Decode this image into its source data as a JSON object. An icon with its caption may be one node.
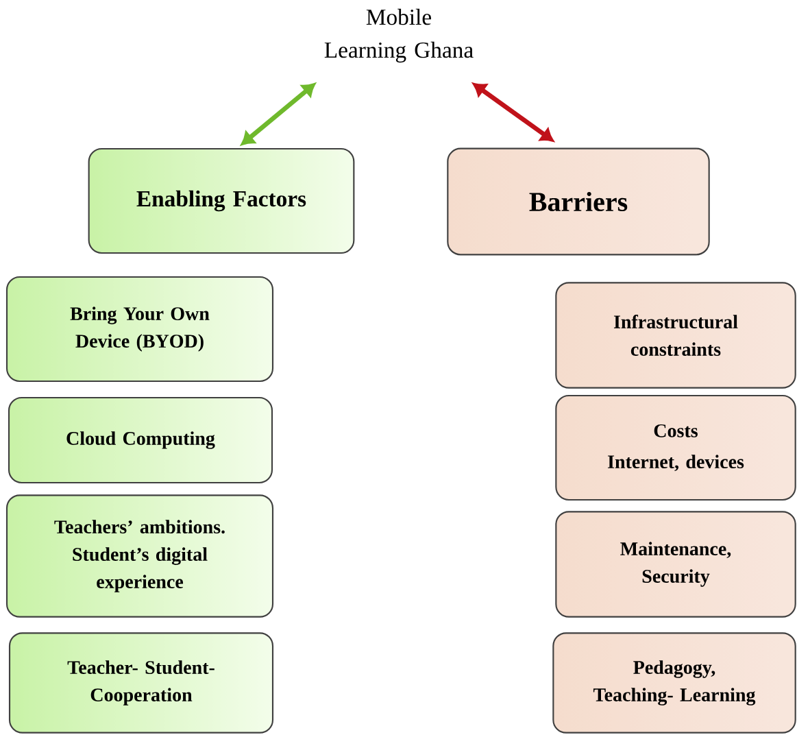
{
  "diagram": {
    "nodes": [
      {
        "text": [
          "Mobile Learning Ghana"
        ]
      },
      {
        "text": [
          "Enabling Factors"
        ]
      },
      {
        "text": [
          "Barriers"
        ]
      },
      {
        "text": [
          "Bring Your Own Device (BYOD)"
        ]
      },
      {
        "text": [
          "Cloud Computing"
        ]
      },
      {
        "text": [
          "Teachers’ ambitions. Student’s digital experience"
        ]
      },
      {
        "text": [
          "Teacher- Student- Cooperation"
        ]
      },
      {
        "text": [
          "Infrastructural constraints"
        ]
      },
      {
        "text": [
          "Costs",
          "Internet, devices"
        ]
      },
      {
        "text": [
          "Maintenance, Security"
        ]
      },
      {
        "text": [
          "Pedagogy, Teaching- Learning"
        ]
      }
    ],
    "edges": [
      {
        "from": 0,
        "to": 1,
        "arrow": "both",
        "color": "#6fb92c"
      },
      {
        "from": 0,
        "to": 2,
        "arrow": "both",
        "color": "#c0121a"
      }
    ]
  }
}
